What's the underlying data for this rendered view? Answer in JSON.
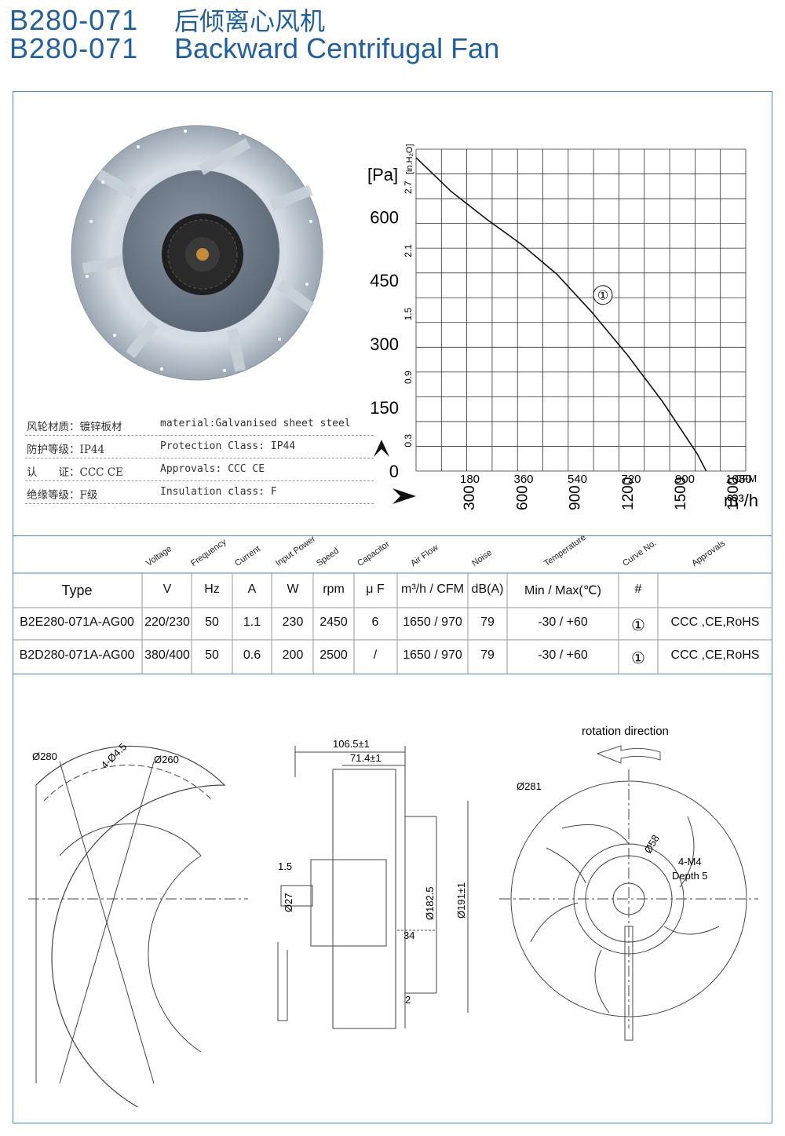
{
  "header": {
    "model": "B280-071",
    "title_cn": "后倾离心风机",
    "title_en": "Backward Centrifugal Fan"
  },
  "specs": [
    {
      "cn": "风轮材质：镀锌板材",
      "en": "material:Galvanised sheet steel"
    },
    {
      "cn": "防护等级：IP44",
      "en": "Protection Class: IP44"
    },
    {
      "cn": "认　　证：CCC CE",
      "en": "Approvals: CCC  CE"
    },
    {
      "cn": "绝缘等级：F级",
      "en": "Insulation class: F"
    }
  ],
  "chart_data": {
    "type": "line",
    "ylabel": "[Pa]",
    "ylabel_secondary": "[in.H₂O]",
    "xlabel": "m³/h",
    "xlabel_secondary": "CFM",
    "y_ticks": [
      0,
      150,
      300,
      450,
      600
    ],
    "y_secondary_ticks": [
      "0.3",
      "0.9",
      "1.5",
      "2.1",
      "2.7"
    ],
    "x_ticks_cfm": [
      180,
      360,
      540,
      720,
      900,
      1080
    ],
    "x_ticks_m3h": [
      300,
      600,
      900,
      1200,
      1500,
      1800
    ],
    "xlim": [
      0,
      1875
    ],
    "ylim": [
      0,
      760
    ],
    "series": [
      {
        "label": "①",
        "x": [
          0,
          200,
          400,
          600,
          800,
          1000,
          1200,
          1400,
          1600,
          1650
        ],
        "y": [
          740,
          660,
          595,
          535,
          465,
          375,
          275,
          165,
          40,
          0
        ]
      }
    ]
  },
  "table": {
    "top_headers": [
      "Voltage",
      "Frequency",
      "Current",
      "Input Power",
      "Speed",
      "Capacitor",
      "Air Flow",
      "Noise",
      "Temperature",
      "Curve No.",
      "Approvals"
    ],
    "headers": [
      "Type",
      "V",
      "Hz",
      "A",
      "W",
      "rpm",
      "μ F",
      "m³/h / CFM",
      "dB(A)",
      "Min / Max(℃)",
      "#",
      ""
    ],
    "rows": [
      [
        "B2E280-071A-AG00",
        "220/230",
        "50",
        "1.1",
        "230",
        "2450",
        "6",
        "1650 / 970",
        "79",
        "-30 / +60",
        "①",
        "CCC ,CE,RoHS"
      ],
      [
        "B2D280-071A-AG00",
        "380/400",
        "50",
        "0.6",
        "200",
        "2500",
        "/",
        "1650 / 970",
        "79",
        "-30 / +60",
        "①",
        "CCC ,CE,RoHS"
      ]
    ]
  },
  "drawings": {
    "front": {
      "d280": "Ø280",
      "holes": "4-Ø4.5",
      "d260": "Ø260"
    },
    "side": {
      "w1": "106.5±1",
      "w2": "71.4±1",
      "t": "1.5",
      "d27": "Ø27",
      "d182": "Ø182.5",
      "d191": "Ø191±1",
      "h34": "34",
      "h2": "2"
    },
    "rear": {
      "rotation": "rotation direction",
      "d281": "Ø281",
      "d58": "Ø58",
      "thread": "4-M4",
      "depth": "Depth 5"
    }
  }
}
